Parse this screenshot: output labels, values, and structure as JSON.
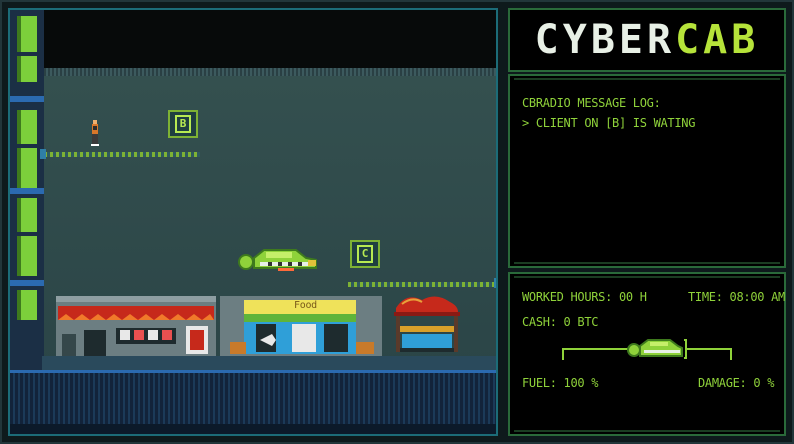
{
  "logo": {
    "part1": "CYBER",
    "part2": "CAB"
  },
  "log": {
    "title": "CBRADIO MESSAGE LOG:",
    "messages": [
      "> CLIENT ON [B] IS WATING"
    ]
  },
  "stats": {
    "worked_hours": "WORKED HOURS: 00 H",
    "time": "TIME: 08:00 AM",
    "cash": "CASH: 0 BTC",
    "fuel": "FUEL: 100 %",
    "damage": "DAMAGE: 0 %"
  },
  "stands": {
    "b": "B",
    "c": "C"
  },
  "shop_sign": "Food",
  "colors": {
    "accent": "#8fd23a",
    "logo_highlight": "#b6e33a",
    "panel_border": "#2a6a3a"
  }
}
